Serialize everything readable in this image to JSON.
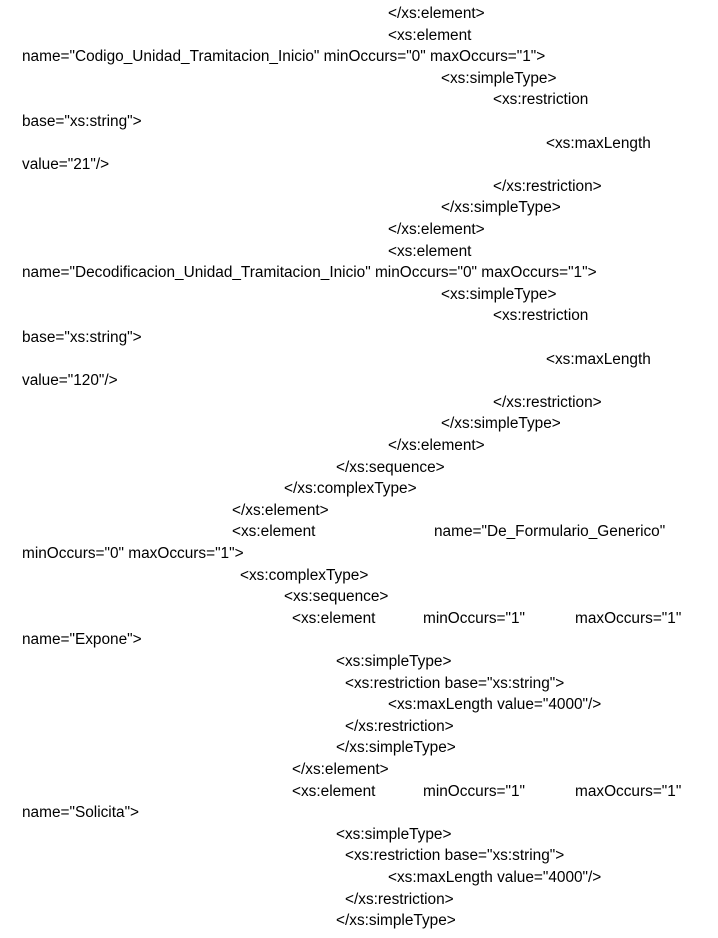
{
  "document": {
    "lines": [
      "</xs:element>",
      "<xs:element",
      "name=\"Codigo_Unidad_Tramitacion_Inicio\" minOccurs=\"0\" maxOccurs=\"1\">",
      "<xs:simpleType>",
      "<xs:restriction",
      "base=\"xs:string\">",
      "<xs:maxLength",
      "value=\"21\"/>",
      "</xs:restriction>",
      "</xs:simpleType>",
      "</xs:element>",
      "<xs:element",
      "name=\"Decodificacion_Unidad_Tramitacion_Inicio\" minOccurs=\"0\" maxOccurs=\"1\">",
      "<xs:simpleType>",
      "<xs:restriction",
      "base=\"xs:string\">",
      "<xs:maxLength",
      "value=\"120\"/>",
      "</xs:restriction>",
      "</xs:simpleType>",
      "</xs:element>",
      "</xs:sequence>",
      "</xs:complexType>",
      "</xs:element>",
      "<xs:element",
      "name=\"De_Formulario_Generico\"",
      "minOccurs=\"0\" maxOccurs=\"1\">",
      "<xs:complexType>",
      "<xs:sequence>",
      "<xs:element",
      "minOccurs=\"1\"",
      "maxOccurs=\"1\"",
      "name=\"Expone\">",
      "<xs:simpleType>",
      "<xs:restriction base=\"xs:string\">",
      "<xs:maxLength value=\"4000\"/>",
      "</xs:restriction>",
      "</xs:simpleType>",
      "</xs:element>",
      "<xs:element",
      "minOccurs=\"1\"",
      "maxOccurs=\"1\"",
      "name=\"Solicita\">",
      "<xs:simpleType>",
      "<xs:restriction base=\"xs:string\">",
      "<xs:maxLength value=\"4000\"/>",
      "</xs:restriction>",
      "</xs:simpleType>"
    ]
  }
}
